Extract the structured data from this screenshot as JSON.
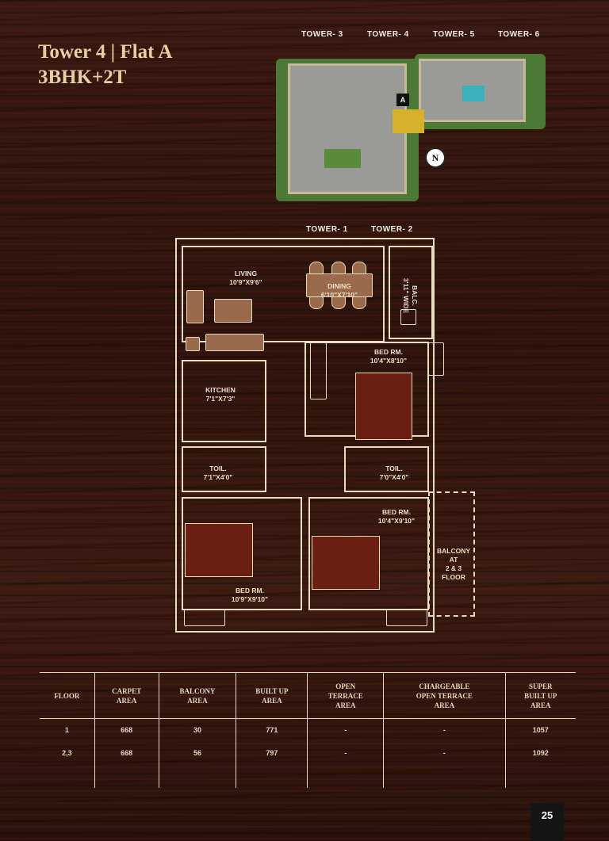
{
  "header": {
    "title": "Tower 4 | Flat A",
    "subtitle": "3BHK+2T"
  },
  "site_plan": {
    "towers_top": [
      "TOWER- 3",
      "TOWER- 4",
      "TOWER- 5",
      "TOWER- 6"
    ],
    "towers_bottom": [
      "TOWER- 1",
      "TOWER- 2"
    ],
    "flat_marker": "A",
    "north": "N"
  },
  "floor_plan": {
    "living": {
      "name": "LIVING",
      "size": "10'9\"X9'6\""
    },
    "dining": {
      "name": "DINING",
      "size": "6'10\"X7'10\""
    },
    "balc": {
      "name": "BALC.",
      "size": "3'11\" WIDE"
    },
    "bed1": {
      "name": "BED RM.",
      "size": "10'4\"X8'10\""
    },
    "kitchen": {
      "name": "KITCHEN",
      "size": "7'1\"X7'3\""
    },
    "toil1": {
      "name": "TOIL.",
      "size": "7'1\"X4'0\""
    },
    "toil2": {
      "name": "TOIL.",
      "size": "7'0\"X4'0\""
    },
    "bed2": {
      "name": "BED RM.",
      "size": "10'4\"X9'10\""
    },
    "bed3": {
      "name": "BED RM.",
      "size": "10'9\"X9'10\""
    },
    "balcony": {
      "l1": "BALCONY",
      "l2": "AT",
      "l3": "2 & 3",
      "l4": "FLOOR"
    }
  },
  "table": {
    "headers": [
      [
        "FLOOR"
      ],
      [
        "CARPET",
        "AREA"
      ],
      [
        "BALCONY",
        "AREA"
      ],
      [
        "BUILT UP",
        "AREA"
      ],
      [
        "OPEN",
        "TERRACE",
        "AREA"
      ],
      [
        "CHARGEABLE",
        "OPEN TERRACE",
        "AREA"
      ],
      [
        "SUPER",
        "BUILT UP",
        "AREA"
      ]
    ],
    "rows": [
      [
        "1",
        "668",
        "30",
        "771",
        "-",
        "-",
        "1057"
      ],
      [
        "2,3",
        "668",
        "56",
        "797",
        "-",
        "-",
        "1092"
      ]
    ]
  },
  "page_number": "25"
}
